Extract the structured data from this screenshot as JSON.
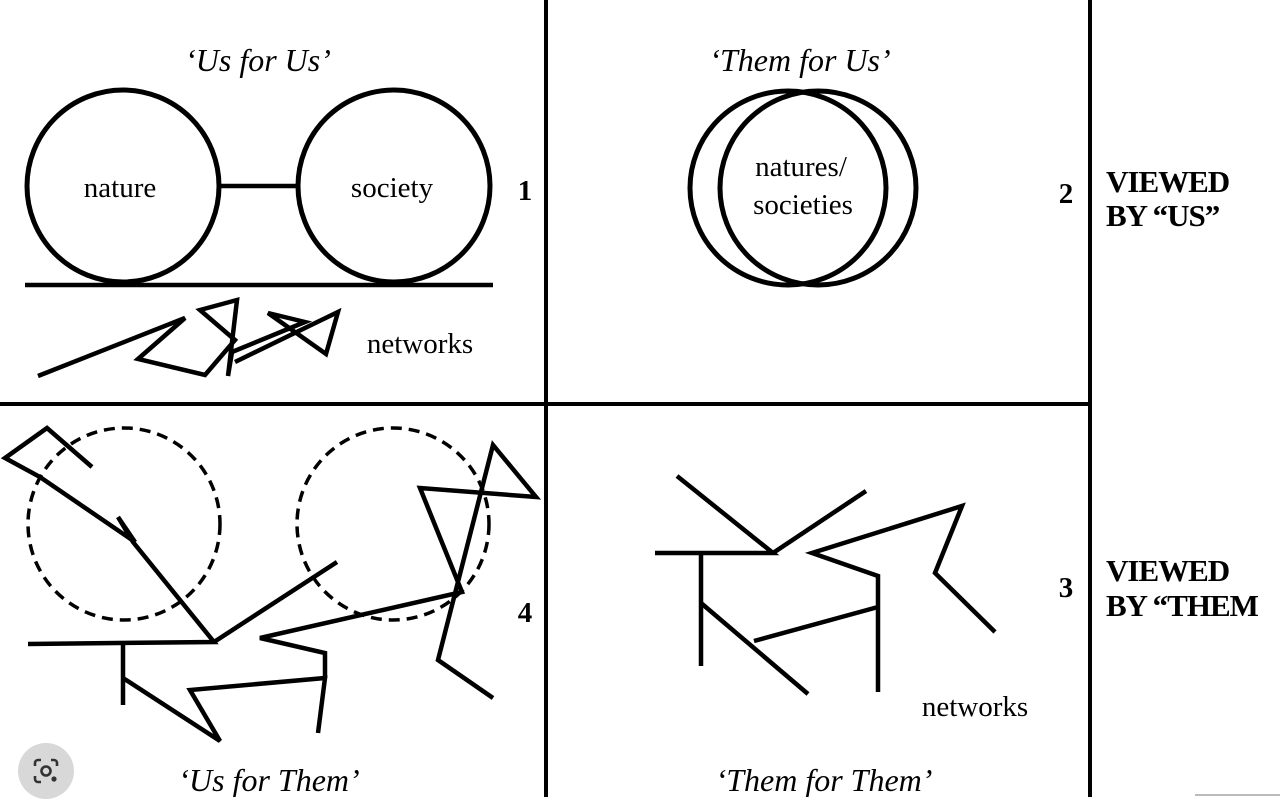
{
  "quadrants": {
    "q1": {
      "title": "‘Us for Us’",
      "number": "1",
      "circle_left": "nature",
      "circle_right": "society",
      "networks": "networks"
    },
    "q2": {
      "title": "‘Them for Us’",
      "number": "2",
      "circle_line1": "natures/",
      "circle_line2": "societies"
    },
    "q3": {
      "title": "‘Them for Them’",
      "number": "3",
      "networks": "networks"
    },
    "q4": {
      "title": "‘Us for Them’",
      "number": "4"
    }
  },
  "side_labels": {
    "top_line1": "VIEWED",
    "top_line2": "BY “US”",
    "bottom_line1": "VIEWED",
    "bottom_line2": "BY “THEM"
  },
  "overlay": {
    "icon": "lens-search-icon"
  },
  "colors": {
    "ink": "#000000",
    "paper": "#ffffff",
    "button": "#d8d8d8"
  }
}
